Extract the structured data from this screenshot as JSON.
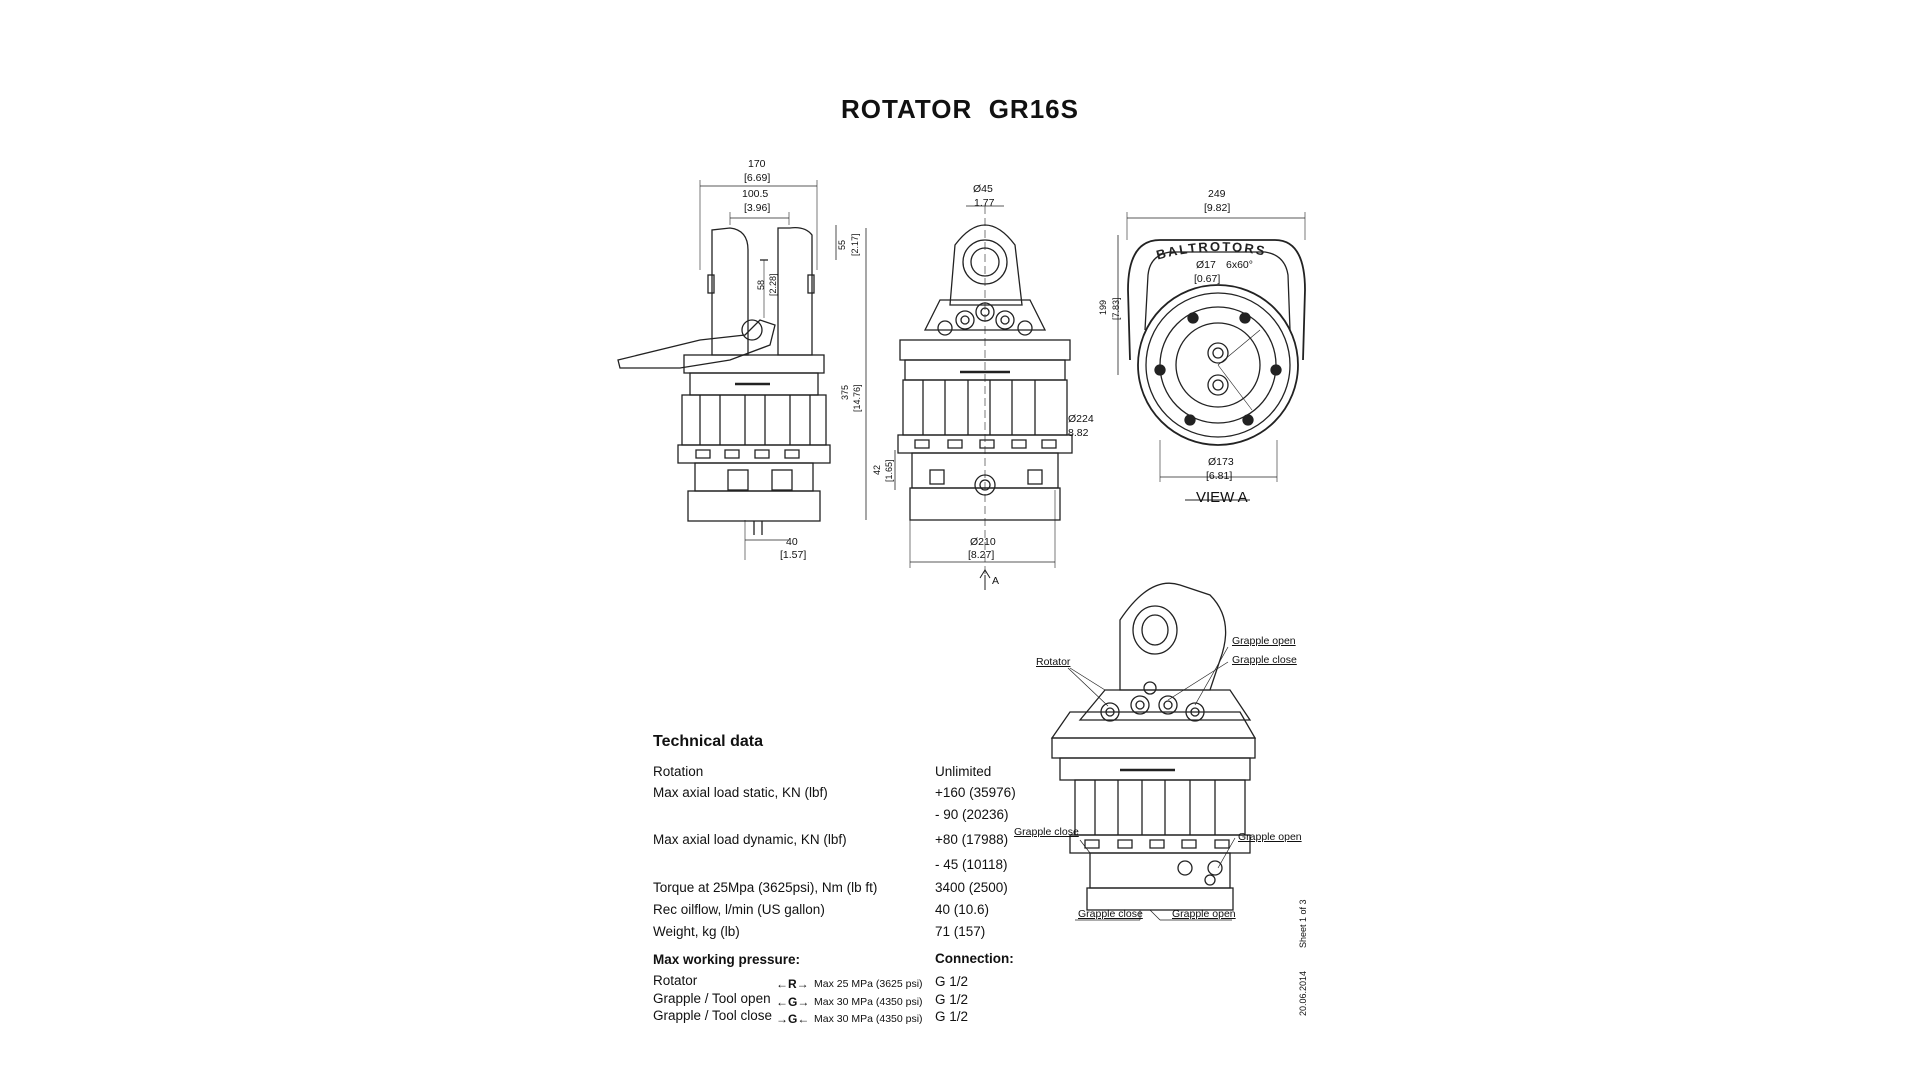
{
  "title": "ROTATOR  GR16S",
  "dimensions": {
    "d170": "170",
    "d170_in": "[6.69]",
    "d100_5": "100.5",
    "d100_5_in": "[3.96]",
    "d55": "55",
    "d55_in": "[2.17]",
    "d58": "58",
    "d58_in": "[2.28]",
    "d375": "375",
    "d375_in": "[14.76]",
    "d40": "40",
    "d40_in": "[1.57]",
    "phi45": "Ø45",
    "phi45_in": "1.77",
    "d42": "42",
    "d42_in": "[1.65]",
    "phi210": "Ø210",
    "phi210_in": "[8.27]",
    "phi224": "Ø224",
    "phi224_in": "8.82",
    "section_a": "A",
    "d249": "249",
    "d249_in": "[9.82]",
    "d199": "199",
    "d199_in": "[7.83]",
    "phi17": "Ø17",
    "holes": "6x60°",
    "phi17_in": "[0.67]",
    "phi173": "Ø173",
    "phi173_in": "[6.81]",
    "view_a": "VIEW A",
    "brand_plate": "BALTROTORS"
  },
  "iso_labels": {
    "rotator": "Rotator",
    "grapple_open_top": "Grapple open",
    "grapple_close_top": "Grapple close",
    "grapple_close_left": "Grapple close",
    "grapple_open_right": "Grapple open",
    "grapple_close_bottom": "Grapple close",
    "grapple_open_bottom": "Grapple open"
  },
  "technical": {
    "heading": "Technical data",
    "rows": [
      {
        "label": "Rotation",
        "value": "Unlimited"
      },
      {
        "label": "Max axial load static, KN (lbf)",
        "value": "+160 (35976)"
      },
      {
        "label": "",
        "value": "- 90 (20236)"
      },
      {
        "label": "Max axial load dynamic, KN (lbf)",
        "value": "+80 (17988)"
      },
      {
        "label": "",
        "value": "- 45 (10118)"
      },
      {
        "label": "Torque at 25Mpa (3625psi), Nm (lb ft)",
        "value": "3400 (2500)"
      },
      {
        "label": "Rec oilflow, l/min (US gallon)",
        "value": "40 (10.6)"
      },
      {
        "label": "Weight, kg (lb)",
        "value": "71 (157)"
      }
    ],
    "pressure_heading": "Max working pressure:",
    "connection_heading": "Connection:",
    "pressure_rows": [
      {
        "label": "Rotator",
        "symbol": "←R→",
        "pressure": "Max 25 MPa (3625 psi)",
        "connection": "G 1/2"
      },
      {
        "label": "Grapple / Tool open",
        "symbol": "←G→",
        "pressure": "Max 30 MPa (4350 psi)",
        "connection": "G 1/2"
      },
      {
        "label": "Grapple / Tool close",
        "symbol": "→G←",
        "pressure": "Max 30 MPa (4350 psi)",
        "connection": "G 1/2"
      }
    ]
  },
  "sheet": "Sheet 1 of 3",
  "date": "20.06.2014"
}
